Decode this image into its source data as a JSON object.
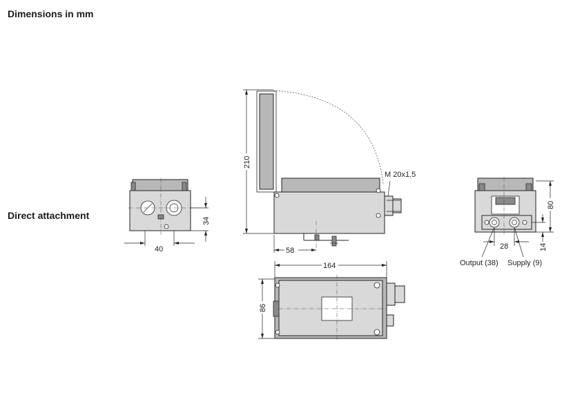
{
  "header": {
    "title": "Dimensions in mm"
  },
  "section": {
    "label": "Direct attachment"
  },
  "dimensions": {
    "left_width": "40",
    "left_height": "34",
    "front_height": "210",
    "front_offset": "58",
    "thread": "M 20x1.5",
    "top_length": "164",
    "top_width": "86",
    "right_height": "80",
    "right_spacing": "28",
    "right_offset": "14"
  },
  "ports": {
    "output": "Output (38)",
    "supply": "Supply (9)"
  }
}
